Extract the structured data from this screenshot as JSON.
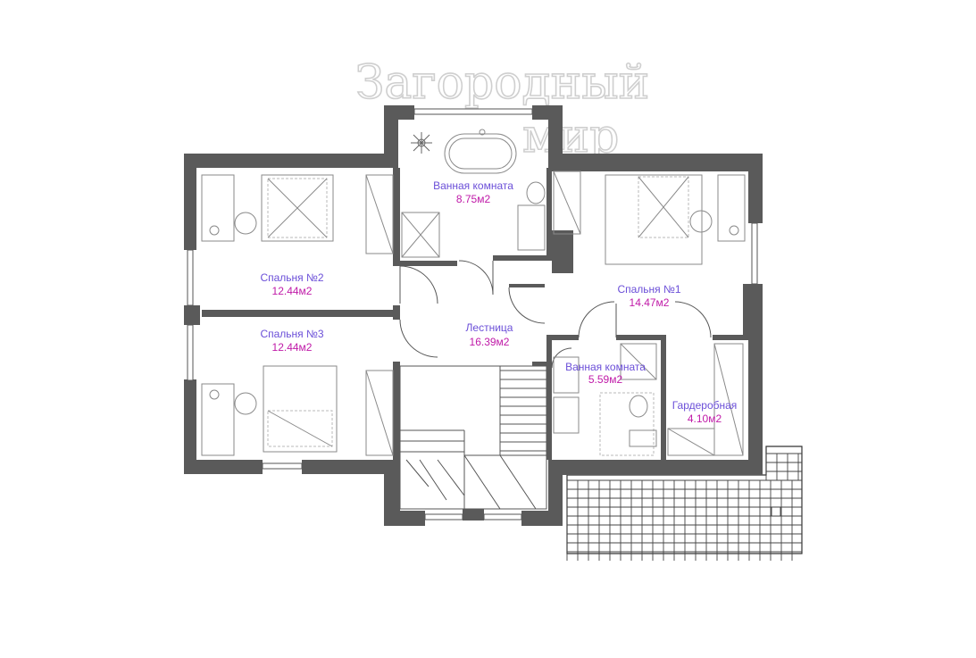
{
  "watermark": {
    "line1": "Загородный",
    "line2": "мир"
  },
  "rooms": [
    {
      "id": "bath1",
      "name": "Ванная комната",
      "area": "8.75м2"
    },
    {
      "id": "bed2",
      "name": "Спальня №2",
      "area": "12.44м2"
    },
    {
      "id": "bed1",
      "name": "Спальня №1",
      "area": "14.47м2"
    },
    {
      "id": "stair",
      "name": "Лестница",
      "area": "16.39м2"
    },
    {
      "id": "bed3",
      "name": "Спальня №3",
      "area": "12.44м2"
    },
    {
      "id": "bath2",
      "name": "Ванная комната",
      "area": "5.59м2"
    },
    {
      "id": "wardrobe",
      "name": "Гардеробная",
      "area": "4.10м2"
    }
  ],
  "colors": {
    "wall": "#5a5a5a",
    "room_name": "#6b4fd8",
    "room_area": "#c01aa8"
  }
}
